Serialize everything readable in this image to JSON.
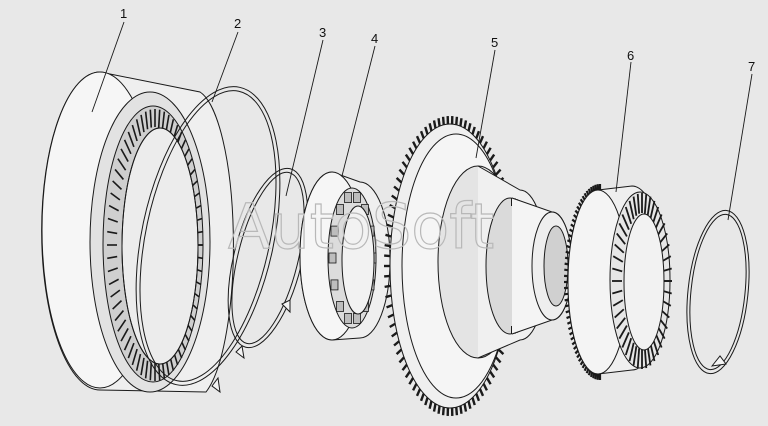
{
  "diagram": {
    "background": "#e8e8e8",
    "line_color": "#1a1a1a",
    "fill_light": "#f4f4f4",
    "fill_mid": "#d6d6d6",
    "fill_dark": "#9a9a9a",
    "watermark": "AutoSoft",
    "callouts": [
      "1",
      "2",
      "3",
      "4",
      "5",
      "6",
      "7"
    ]
  }
}
